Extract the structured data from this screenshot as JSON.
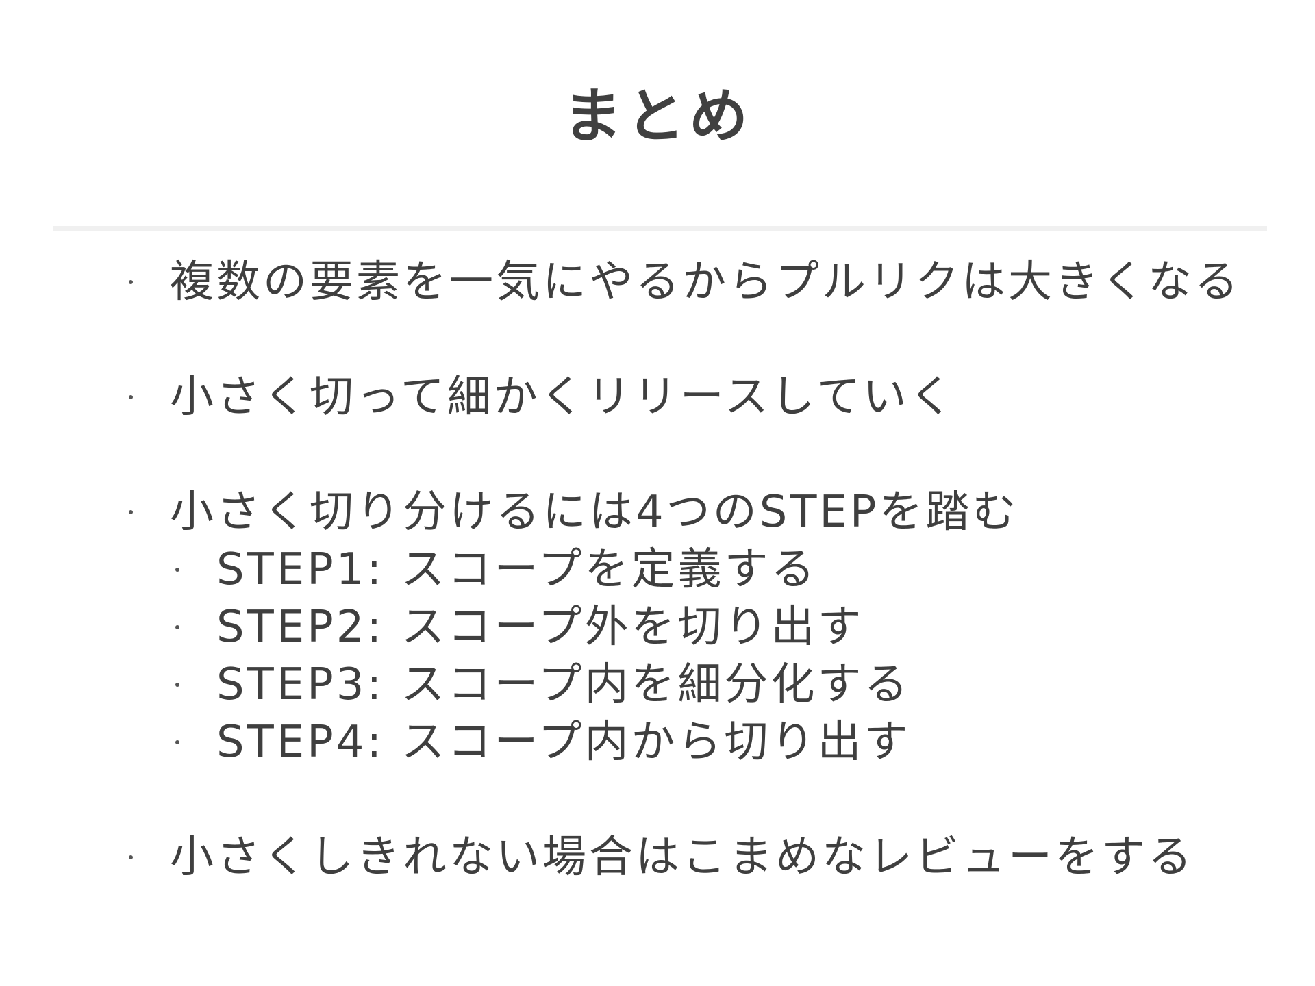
{
  "slide": {
    "title": "まとめ",
    "bullets": [
      {
        "text": "複数の要素を一気にやるからプルリクは大きくなる"
      },
      {
        "text": "小さく切って細かくリリースしていく"
      },
      {
        "text": "小さく切り分けるには4つのSTEPを踏む",
        "children": [
          "STEP1: スコープを定義する",
          "STEP2: スコープ外を切り出す",
          "STEP3: スコープ内を細分化する",
          "STEP4: スコープ内から切り出す"
        ]
      },
      {
        "text": "小さくしきれない場合はこまめなレビューをする"
      }
    ]
  }
}
